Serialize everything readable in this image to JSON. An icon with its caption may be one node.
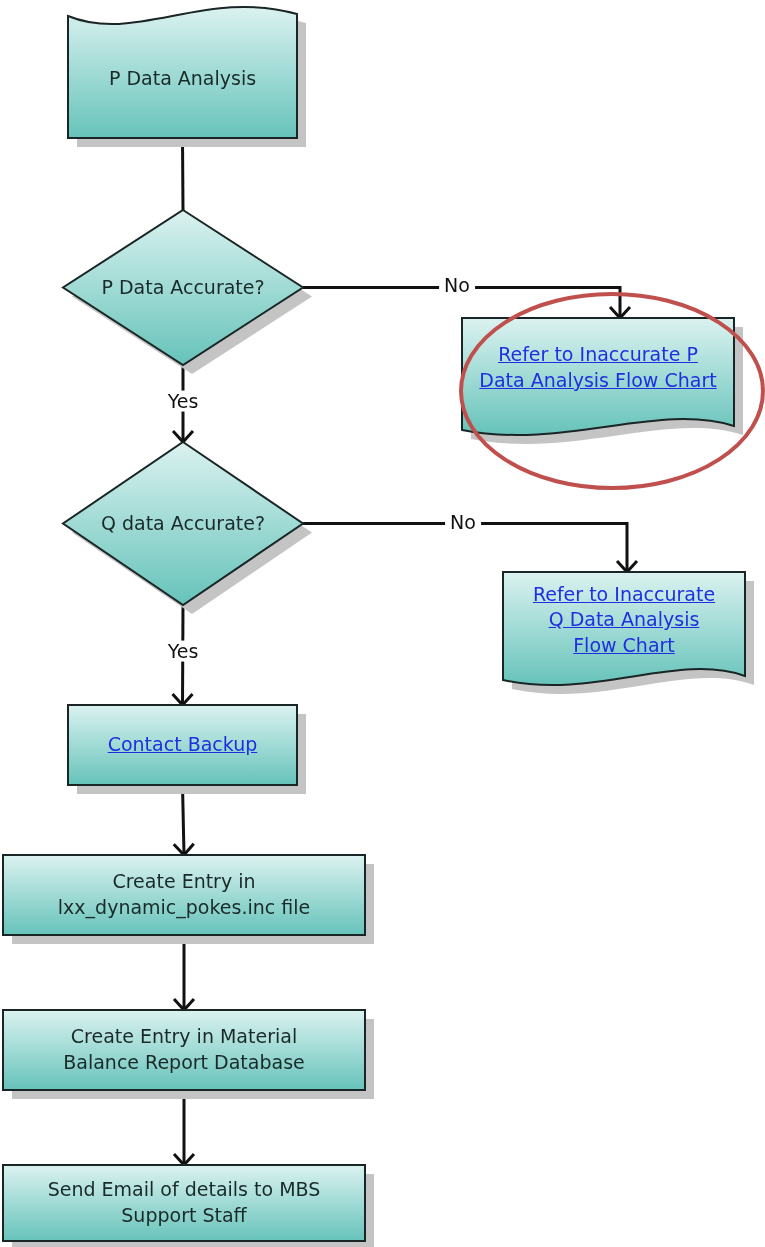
{
  "diagram": {
    "nodes": [
      {
        "text": [
          "P Data Analysis"
        ]
      },
      {
        "text": [
          "P Data Accurate?"
        ]
      },
      {
        "text": [
          "Refer to Inaccurate P Data Analysis Flow Chart"
        ]
      },
      {
        "text": [
          "Q data Accurate?"
        ]
      },
      {
        "text": [
          "Refer to Inaccurate Q Data Analysis Flow Chart"
        ]
      },
      {
        "text": [
          "Contact Backup"
        ]
      },
      {
        "text": [
          "Create Entry in lxx_dynamic_pokes.inc file"
        ]
      },
      {
        "text": [
          "Create Entry in Material Balance Report Database"
        ]
      },
      {
        "text": [
          "Send Email of details to MBS Support Staff"
        ]
      }
    ],
    "edges": [
      {
        "from": 0,
        "to": 1,
        "arrow": "none"
      },
      {
        "from": 1,
        "to": 2,
        "arrow": "to",
        "label": "No"
      },
      {
        "from": 1,
        "to": 3,
        "arrow": "to",
        "label": "Yes"
      },
      {
        "from": 3,
        "to": 4,
        "arrow": "to",
        "label": "No"
      },
      {
        "from": 3,
        "to": 5,
        "arrow": "to",
        "label": "Yes"
      },
      {
        "from": 5,
        "to": 6,
        "arrow": "to"
      },
      {
        "from": 6,
        "to": 7,
        "arrow": "to"
      },
      {
        "from": 7,
        "to": 8,
        "arrow": "to"
      }
    ]
  }
}
